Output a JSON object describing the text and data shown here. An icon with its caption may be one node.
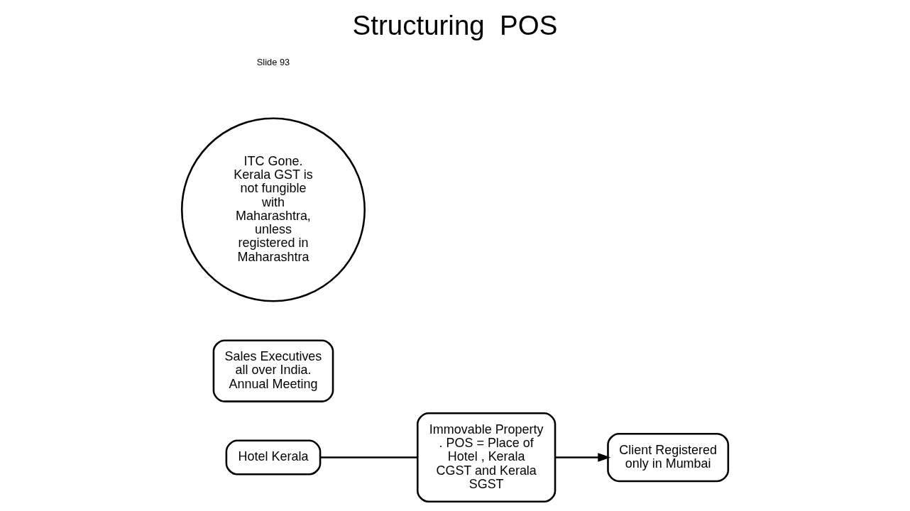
{
  "diagram": {
    "title": "Structuring  POS",
    "nodes": [
      {
        "text": [
          "Hotel Kerala"
        ]
      },
      {
        "text": [
          "Immovable Property . POS = Place of Hotel , Kerala CGST and Kerala SGST"
        ]
      },
      {
        "text": [
          "Client Registered only in Mumbai"
        ]
      },
      {
        "text": [
          "Sales Executives all over India. Annual Meeting"
        ]
      },
      {
        "text": [
          "ITC Gone.  Kerala GST is not fungible with Maharashtra, unless registered in Maharashtra"
        ]
      }
    ],
    "edges": [
      {
        "from": 0,
        "to": 1,
        "arrow": "none"
      },
      {
        "from": 1,
        "to": 2,
        "arrow": "to"
      }
    ],
    "labels": [
      "Slide 93"
    ]
  }
}
